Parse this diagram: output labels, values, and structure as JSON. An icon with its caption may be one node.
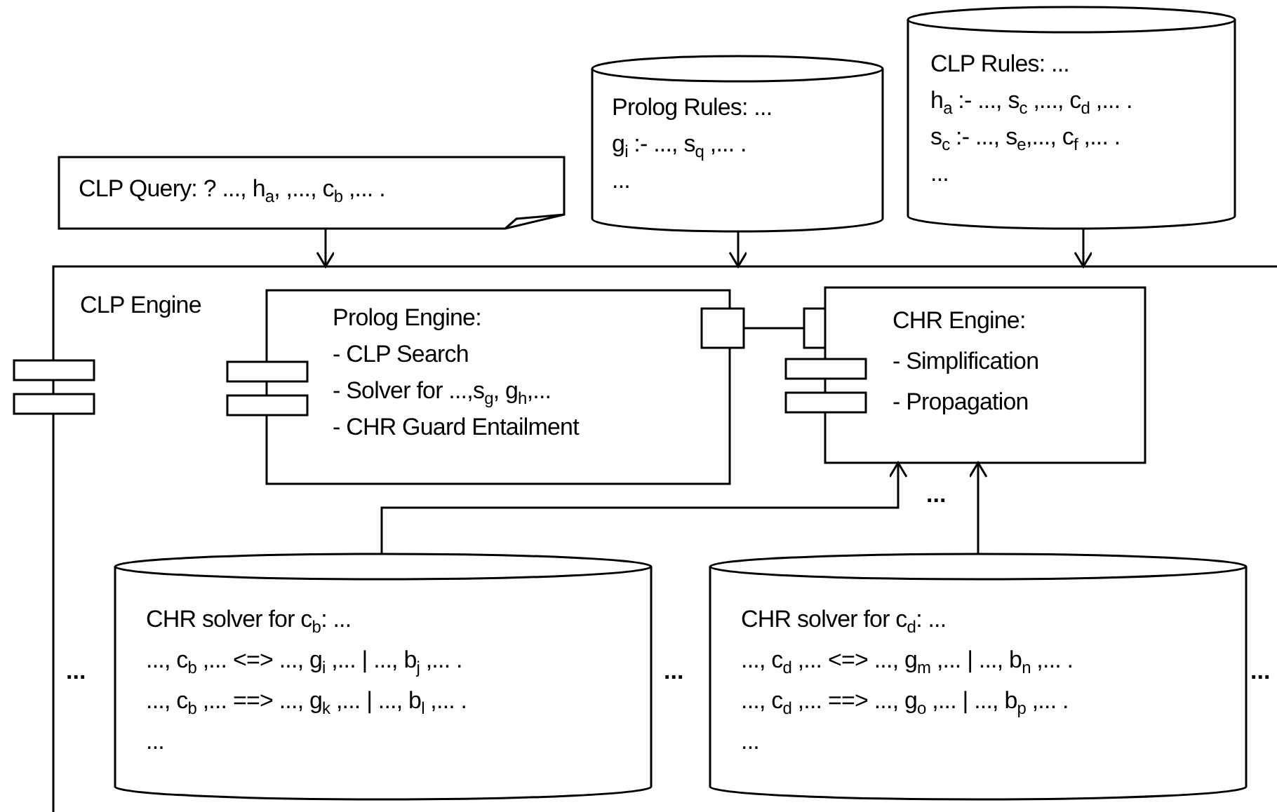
{
  "diagram": {
    "nodes": [
      {
        "text": [
          "CLP Query: ? ..., h$_{a}$, ,..., c$_{b}$ ,... ."
        ]
      },
      {
        "text": [
          "Prolog Rules:  ...",
          "g$_{i}$ :-  ..., s$_{q}$ ,... .",
          "..."
        ]
      },
      {
        "text": [
          "CLP Rules:  ...",
          "h$_{a}$ :-  ..., s$_{c}$ ,..., c$_{d}$ ,... .",
          "s$_{c}$ :- ..., s$_{e}$,..., c$_{f}$ ,... .",
          "..."
        ]
      },
      {
        "text": [
          "CLP Engine"
        ]
      },
      {
        "text": [
          "Prolog Engine:",
          "- CLP Search",
          "- Solver for ...,s$_{g}$, g$_{h}$,...",
          "- CHR Guard Entailment"
        ],
        "in": 3
      },
      {
        "text": [],
        "shape": "box",
        "in": 3
      },
      {
        "text": [],
        "shape": "box",
        "in": 3
      },
      {
        "text": [
          "CHR Engine:",
          "- Simplification",
          "- Propagation"
        ],
        "in": 3
      },
      {
        "text": [
          "CHR solver for c$_{b}$: ...",
          "..., c$_{b}$ ,... <=> ..., g$_{i}$ ,... | ..., b$_{j}$ ,... .",
          "..., c$_{b}$ ,... ==> ..., g$_{k}$ ,... | ..., b$_{l}$ ,... .",
          "..."
        ],
        "in": 3
      },
      {
        "text": [
          "CHR solver for c$_{d}$: ...",
          "..., c$_{d}$ ,... <=> ..., g$_{m}$ ,... | ..., b$_{n}$ ,... .",
          "..., c$_{d}$ ,... ==> ..., g$_{o}$ ,... | ..., b$_{p}$ ,... .",
          "..."
        ],
        "in": 3
      }
    ],
    "edges": [
      {
        "from": 0,
        "to": 3,
        "arrow": "to"
      },
      {
        "from": 1,
        "to": 3,
        "arrow": "to"
      },
      {
        "from": 2,
        "to": 3,
        "arrow": "to"
      },
      {
        "from": 5,
        "to": 6,
        "arrow": "none"
      },
      {
        "from": 8,
        "to": 7,
        "arrow": "to"
      },
      {
        "from": 9,
        "to": 7,
        "arrow": "to"
      }
    ],
    "labels": [
      "...",
      "...",
      "...",
      "..."
    ]
  }
}
